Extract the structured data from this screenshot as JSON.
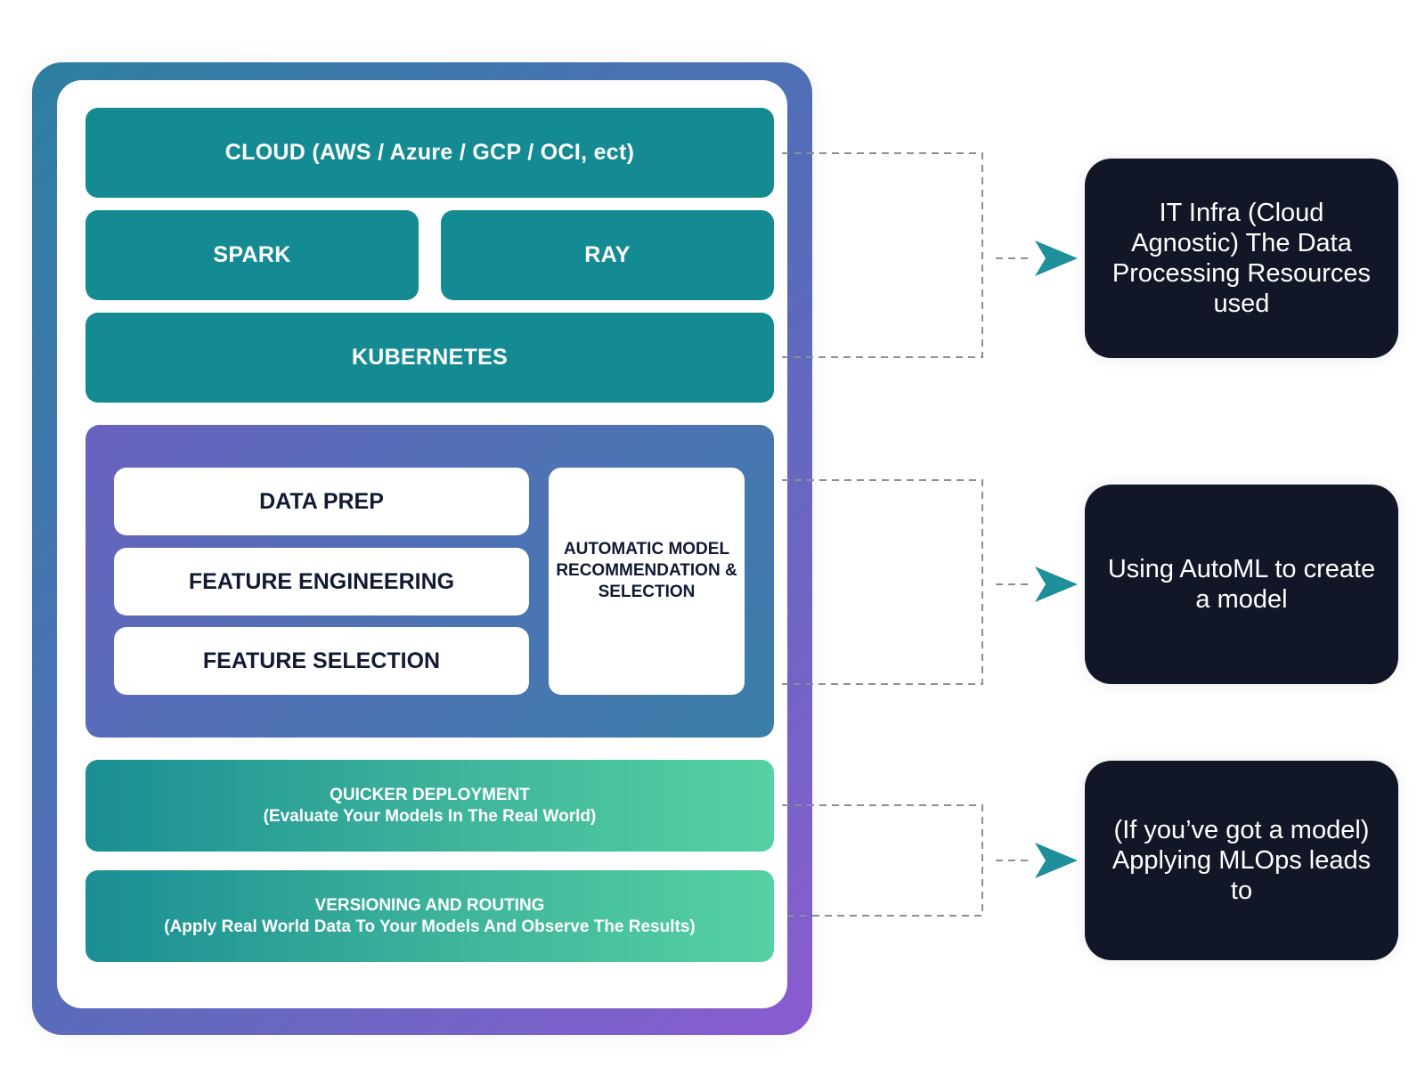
{
  "infra": {
    "cloud": "CLOUD (AWS / Azure / GCP / OCI, ect)",
    "spark": "SPARK",
    "ray": "RAY",
    "kubernetes": "KUBERNETES"
  },
  "automl": {
    "data_prep": "DATA PREP",
    "feature_engineering": "FEATURE ENGINEERING",
    "feature_selection": "FEATURE SELECTION",
    "automatic_selection": "AUTOMATIC MODEL RECOMMENDATION & SELECTION"
  },
  "mlops": {
    "deployment_title": "QUICKER DEPLOYMENT",
    "deployment_subtitle": "(Evaluate Your Models In The Real World)",
    "versioning_title": "VERSIONING AND ROUTING",
    "versioning_subtitle": "(Apply Real World Data To Your Models And Observe The Results)"
  },
  "callouts": {
    "infra_note": "IT Infra (Cloud Agnostic) The Data Processing Resources used",
    "automl_note": "Using AutoML to create a model",
    "mlops_note": "(If you’ve got a model) Applying MLOps leads to"
  },
  "colors": {
    "teal_block": "#148b93",
    "dark_box": "#111726",
    "arrow": "#1f8f99",
    "frame_start": "#2d7fa0",
    "frame_end": "#8a5cd0"
  }
}
